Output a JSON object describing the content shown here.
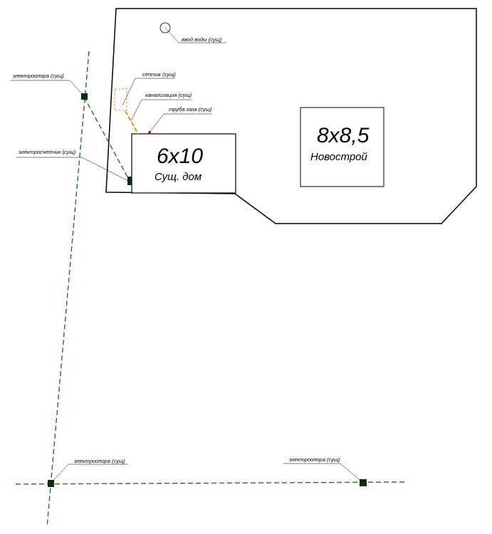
{
  "colors": {
    "outline": "#000000",
    "power_line": "#1a7a1a",
    "sewer": "#f0901a",
    "gas": "#e01010",
    "pole": "#0b2e0b"
  },
  "existing_house": {
    "size": "6x10",
    "caption": "Сущ. дом"
  },
  "new_house": {
    "size": "8x8,5",
    "caption": "Новострой"
  },
  "labels": {
    "water_inlet": "ввод воды (сущ)",
    "septic": "септик (сущ)",
    "sewer": "канализация (сущ)",
    "gas_pipe": "труба газа (сущ)",
    "pole_top": "электроопора (сущ)",
    "meter": "электросчетчик (сущ)",
    "pole_bottom_left": "электроопора (сущ)",
    "pole_bottom_right": "электроопора (сущ)"
  }
}
